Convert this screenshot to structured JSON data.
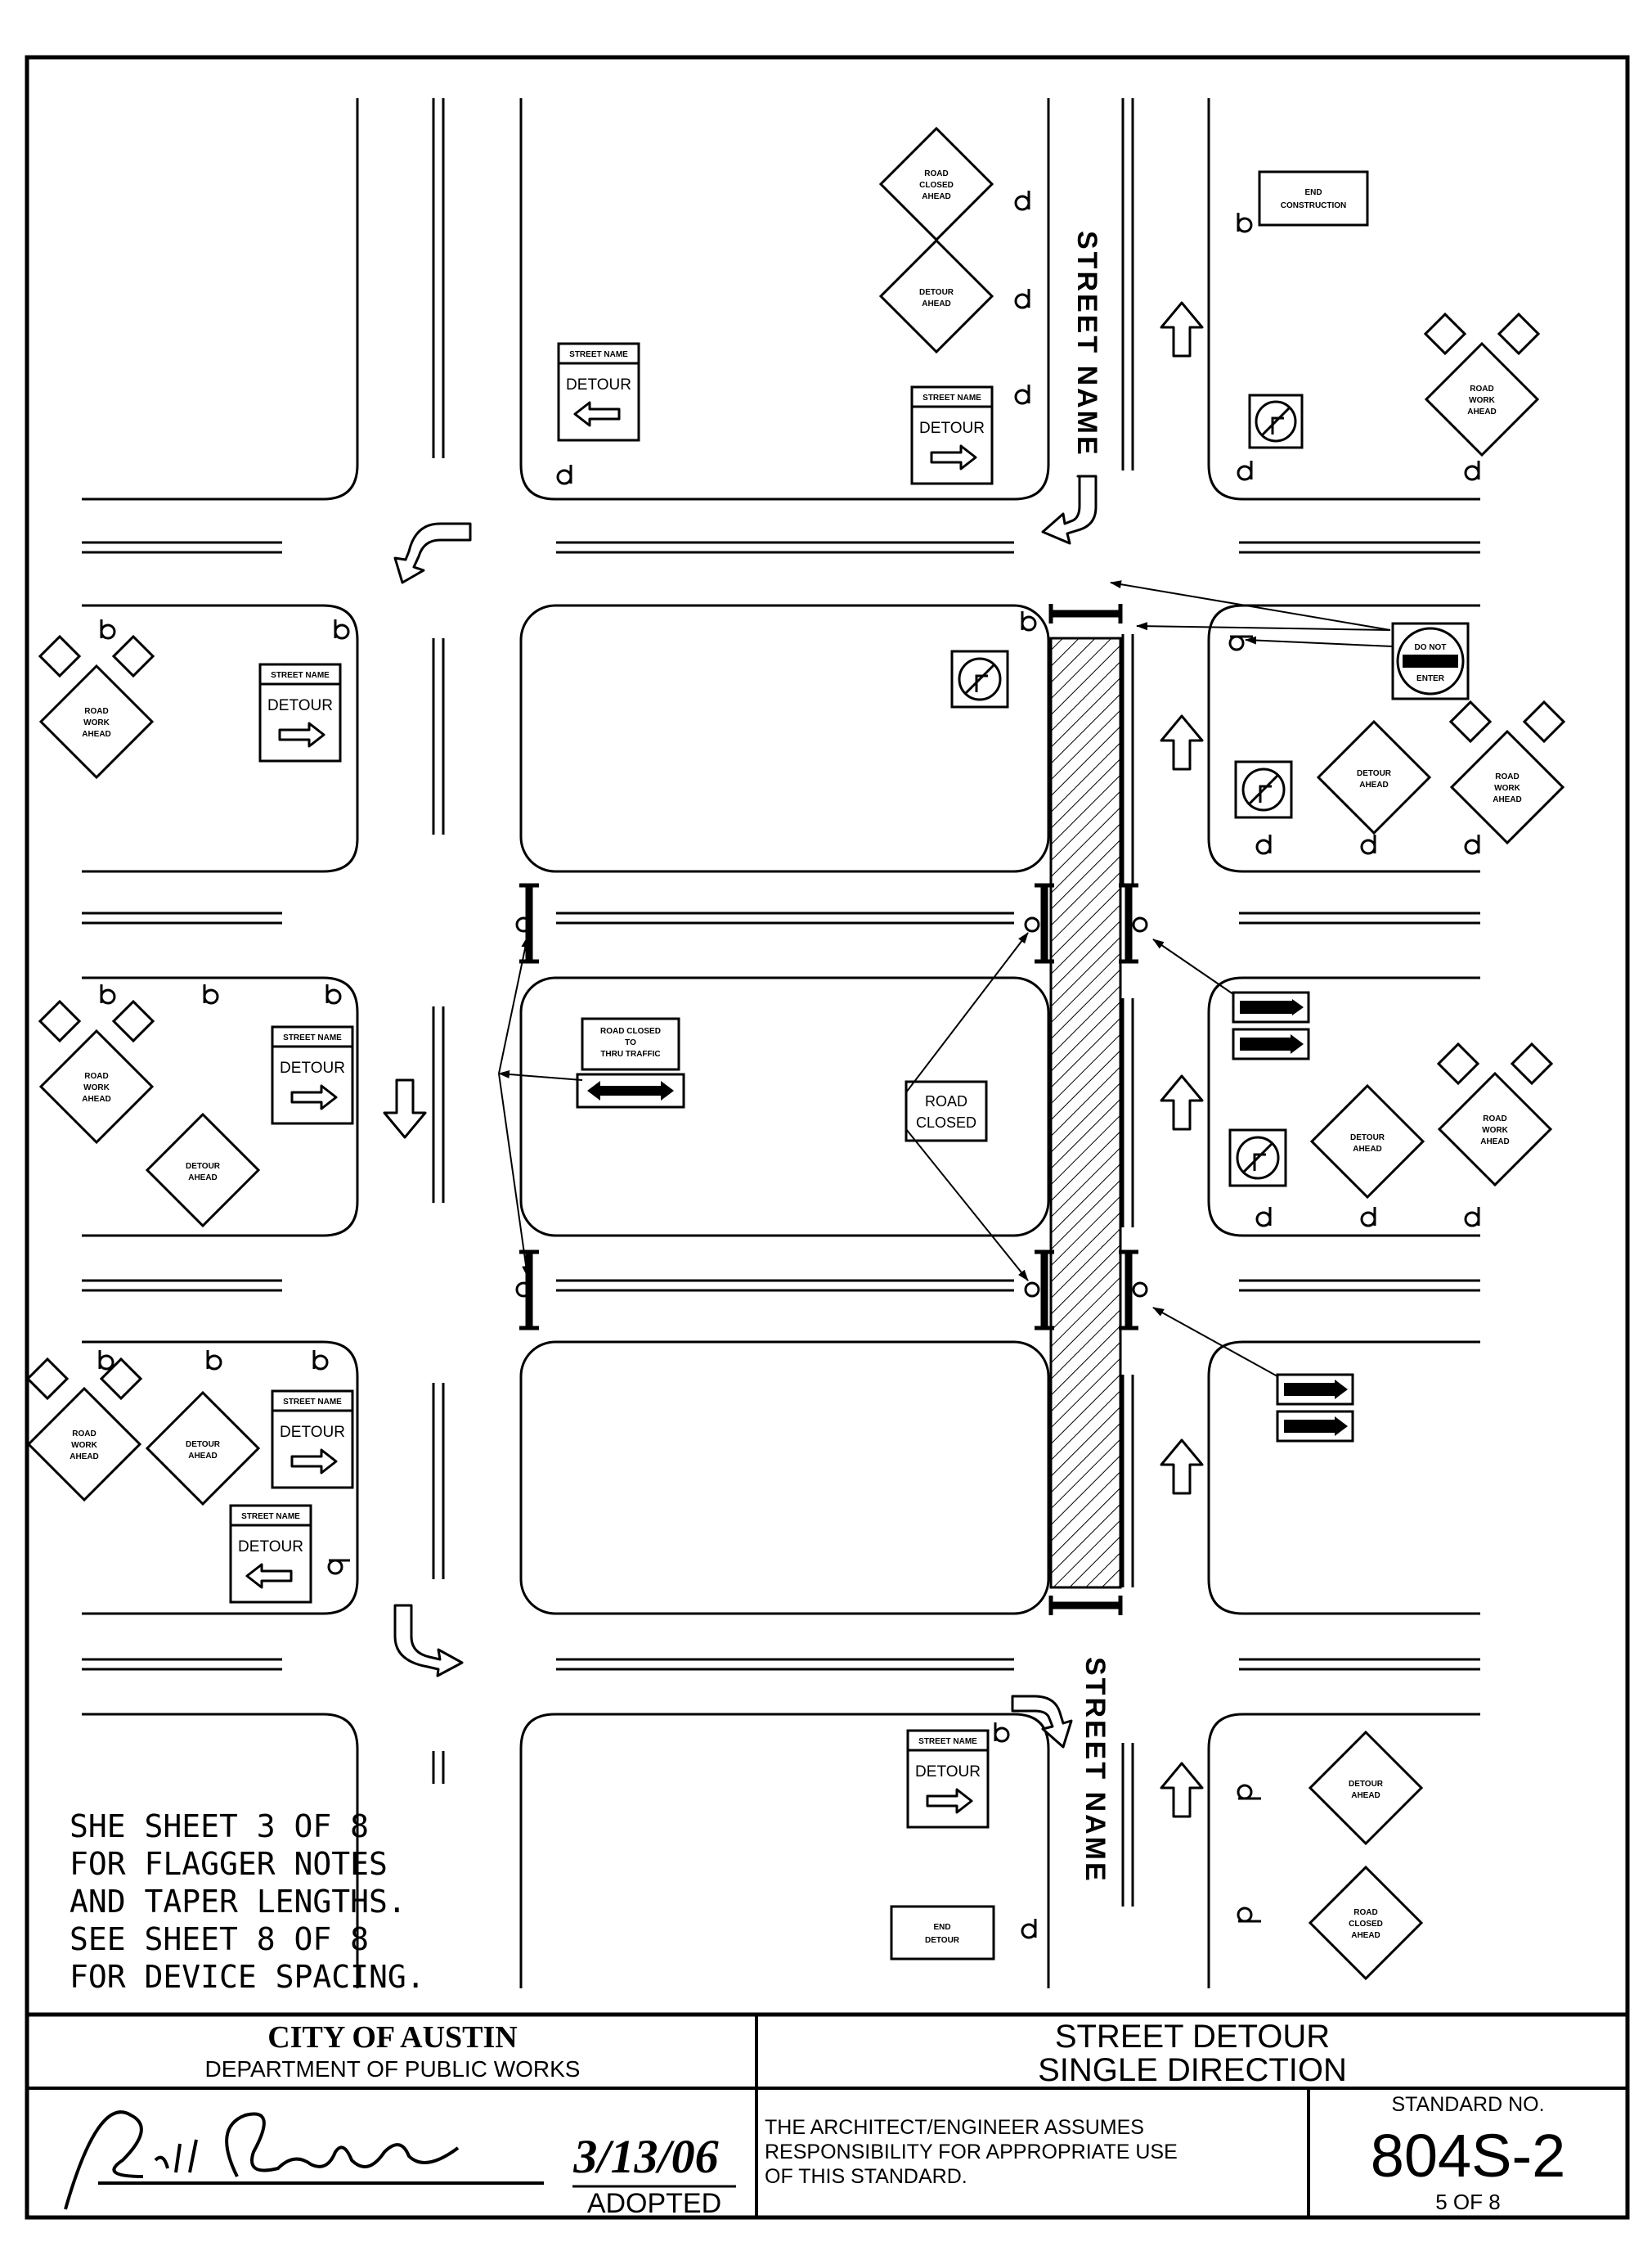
{
  "diagram": {
    "street_label": "STREET NAME",
    "signs": {
      "road_closed_ahead": [
        "ROAD",
        "CLOSED",
        "AHEAD"
      ],
      "detour_ahead": [
        "DETOUR",
        "AHEAD"
      ],
      "road_work_ahead": [
        "ROAD",
        "WORK",
        "AHEAD"
      ],
      "street_name_plate": "STREET NAME",
      "detour": "DETOUR",
      "end_construction": [
        "END",
        "CONSTRUCTION"
      ],
      "end_detour": [
        "END",
        "DETOUR"
      ],
      "do_not_enter": [
        "DO NOT",
        "ENTER"
      ],
      "road_closed": [
        "ROAD",
        "CLOSED"
      ],
      "road_closed_thru_traffic": [
        "ROAD CLOSED",
        "TO",
        "THRU TRAFFIC"
      ]
    },
    "note": [
      "SHE SHEET 3 OF 8",
      "FOR FLAGGER NOTES",
      "AND TAPER LENGTHS.",
      "SEE SHEET 8 OF 8",
      "FOR DEVICE SPACING."
    ]
  },
  "title_block": {
    "agency": "CITY OF AUSTIN",
    "department": "DEPARTMENT OF PUBLIC WORKS",
    "adopted_date": "3/13/06",
    "adopted_label": "ADOPTED",
    "title_line1": "STREET DETOUR",
    "title_line2": "SINGLE DIRECTION",
    "disclaimer": [
      "THE ARCHITECT/ENGINEER ASSUMES",
      "RESPONSIBILITY FOR APPROPRIATE USE",
      "OF THIS STANDARD."
    ],
    "standard_label": "STANDARD NO.",
    "standard_number": "804S-2",
    "sheet": "5 OF 8"
  }
}
